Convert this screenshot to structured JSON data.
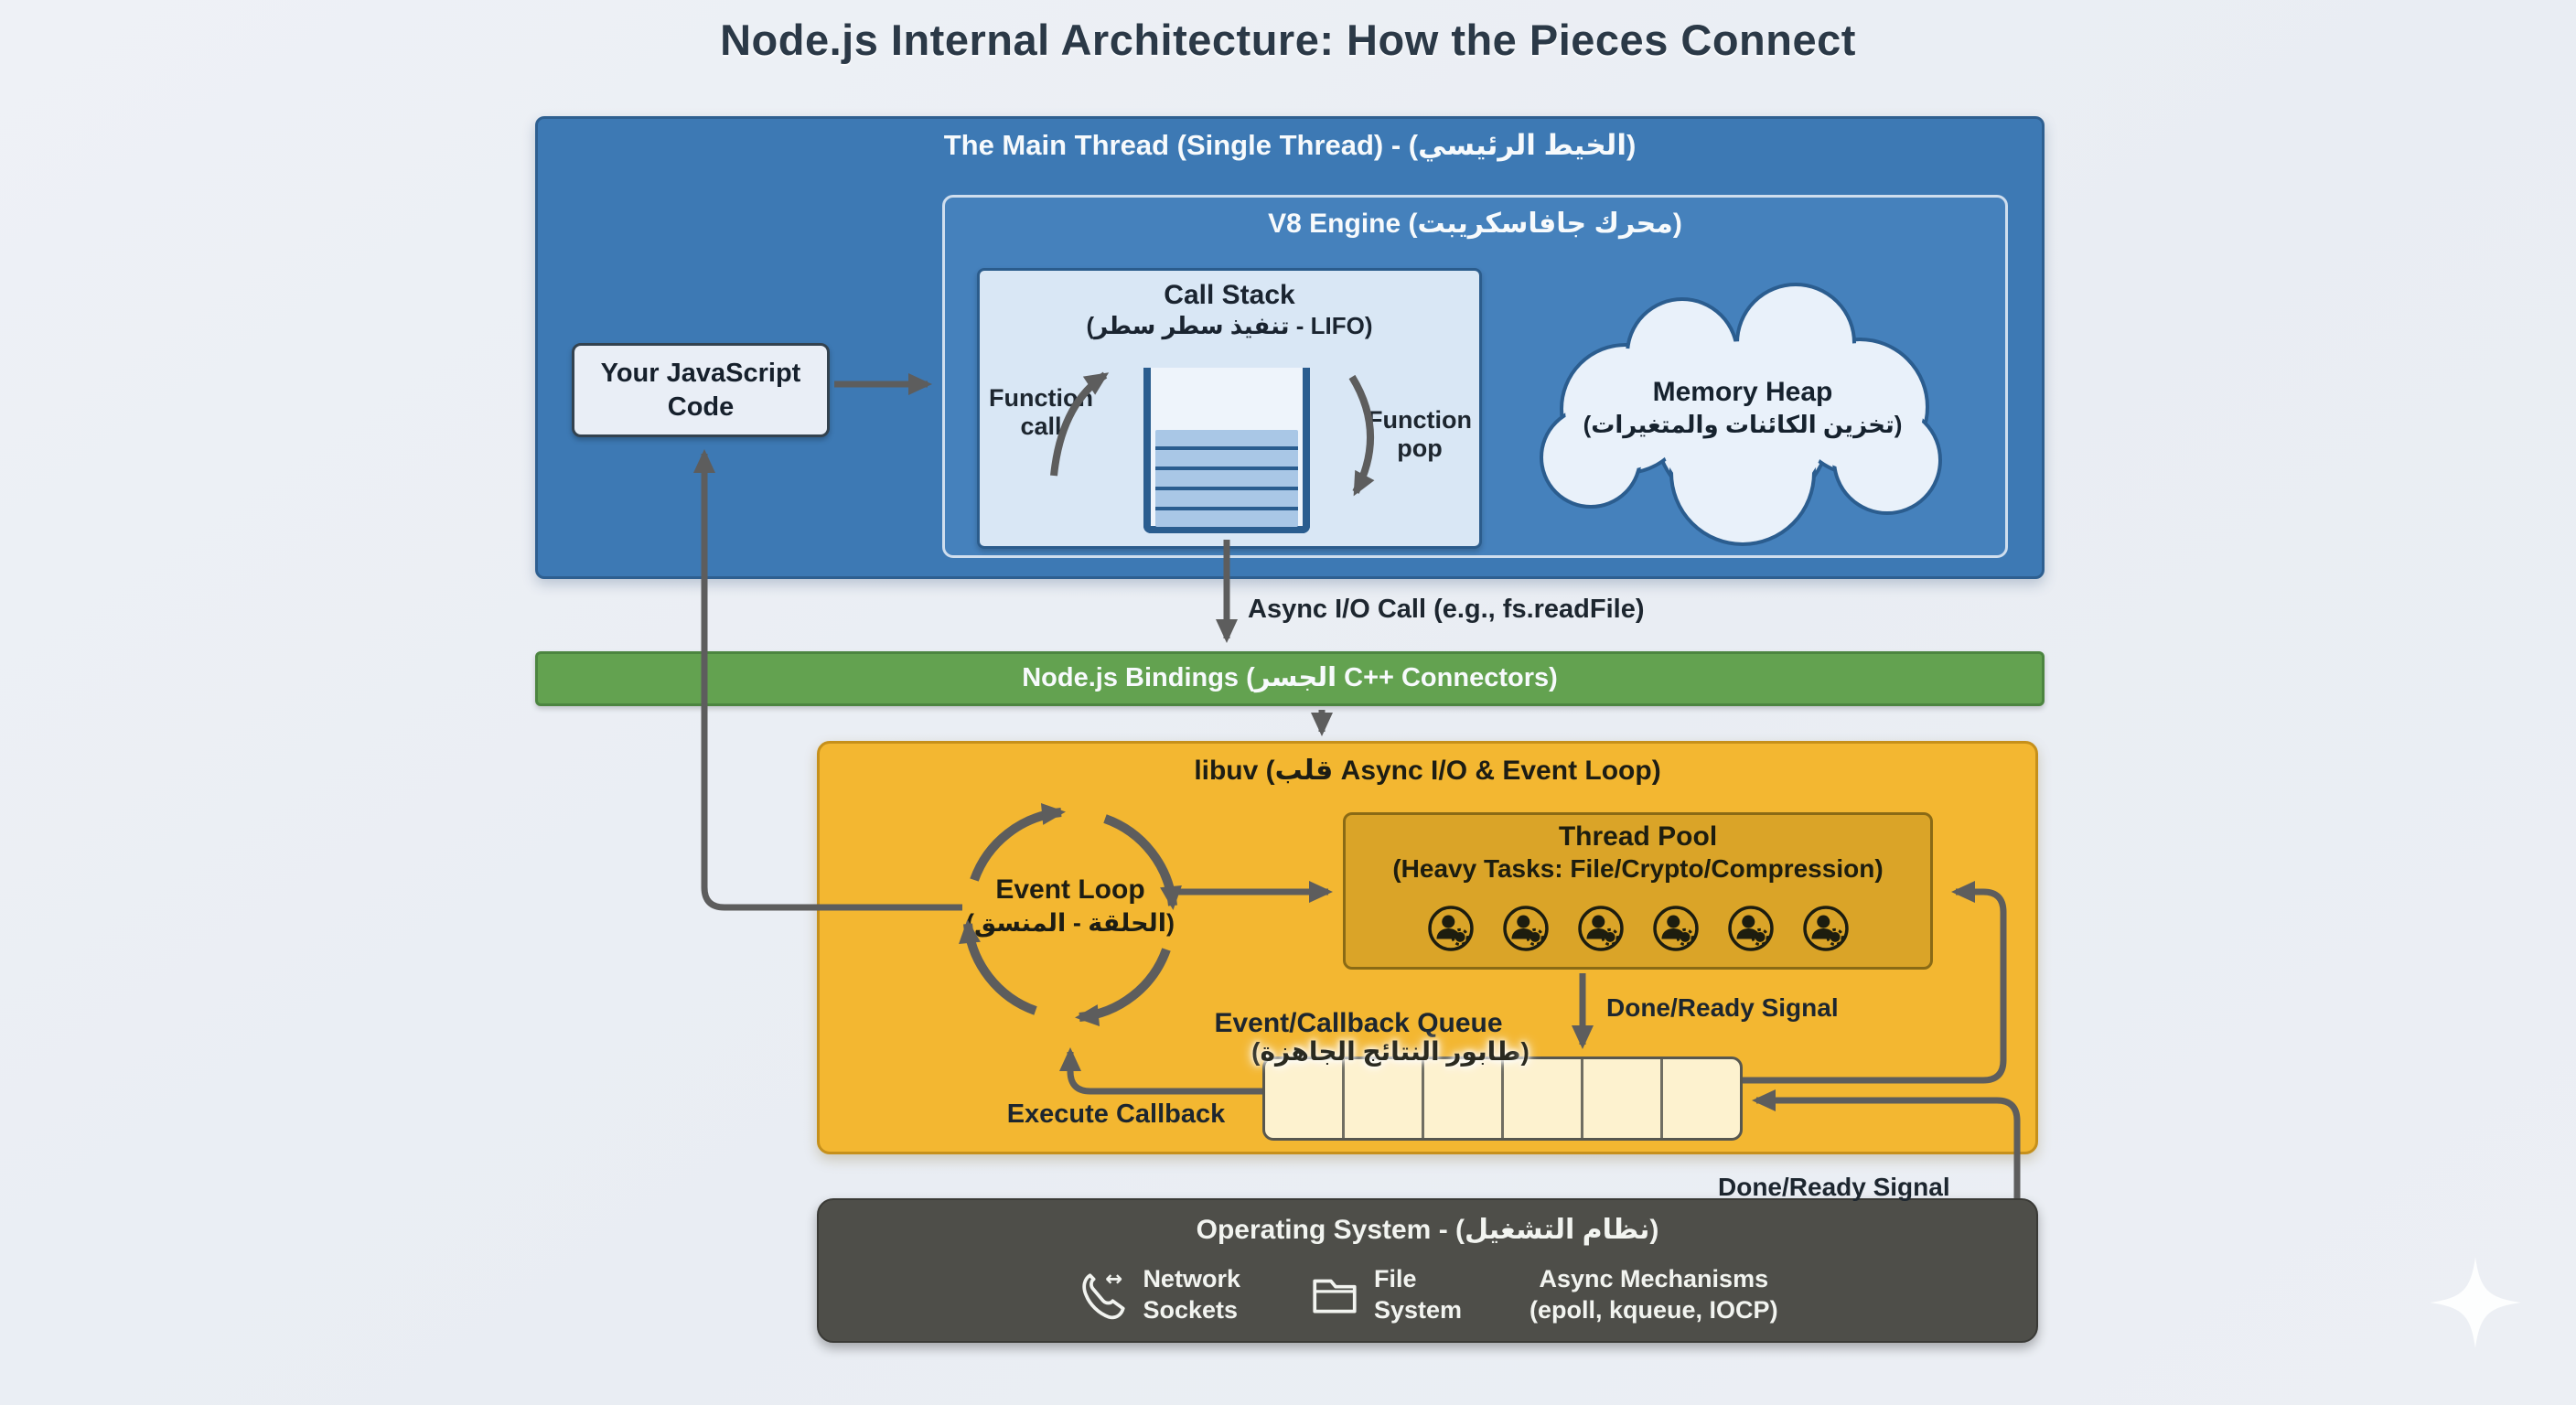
{
  "title": "Node.js Internal Architecture: How the Pieces Connect",
  "main_thread": {
    "label": "The Main Thread (Single Thread) - (الخيط الرئيسي)",
    "js_code": "Your JavaScript Code",
    "v8": {
      "label": "V8 Engine (محرك جافاسكريبت)",
      "call_stack": {
        "title": "Call Stack",
        "subtitle": "(تنفيذ سطر سطر - LIFO)",
        "function_call": "Function call",
        "function_pop": "Function pop"
      },
      "memory_heap": {
        "title": "Memory Heap",
        "subtitle": "(تخزين الكائنات والمتغيرات)"
      }
    }
  },
  "flow_labels": {
    "async_io": "Async I/O Call (e.g., fs.readFile)",
    "done_ready_pool": "Done/Ready Signal",
    "done_ready_os": "Done/Ready Signal",
    "execute_callback": "Execute Callback"
  },
  "bindings": {
    "label": "Node.js Bindings (الجسر C++ Connectors)"
  },
  "libuv": {
    "name": "libuv",
    "label_rest": " (قلب Async I/O & Event Loop)",
    "event_loop": {
      "title": "Event Loop",
      "subtitle": "(الحلقة - المنسق)"
    },
    "thread_pool": {
      "title": "Thread Pool",
      "subtitle": "(Heavy Tasks: File/Crypto/Compression)",
      "worker_count": 6
    },
    "queue": {
      "title": "Event/Callback Queue",
      "subtitle": "(طابور النتائج الجاهزة)"
    }
  },
  "os": {
    "label": "Operating System - (نظام التشغيل)",
    "items": [
      {
        "line1": "Network",
        "line2": "Sockets",
        "icon": "phone-network-icon"
      },
      {
        "line1": "File",
        "line2": "System",
        "icon": "folder-icon"
      },
      {
        "line1": "Async Mechanisms",
        "line2": "(epoll, kqueue, IOCP)",
        "icon": "none"
      }
    ]
  },
  "colors": {
    "background": "#edf0f5",
    "main_thread_blue": "#3d79b4",
    "v8_blue": "#4581bc",
    "call_stack_light": "#d9e7f5",
    "bindings_green": "#63a250",
    "libuv_yellow": "#f3b731",
    "thread_pool_mustard": "#daa428",
    "queue_cream": "#fdf2cf",
    "os_gray": "#4e4e49",
    "arrow_gray": "#5d5d5d",
    "title_text": "#2b3947"
  }
}
